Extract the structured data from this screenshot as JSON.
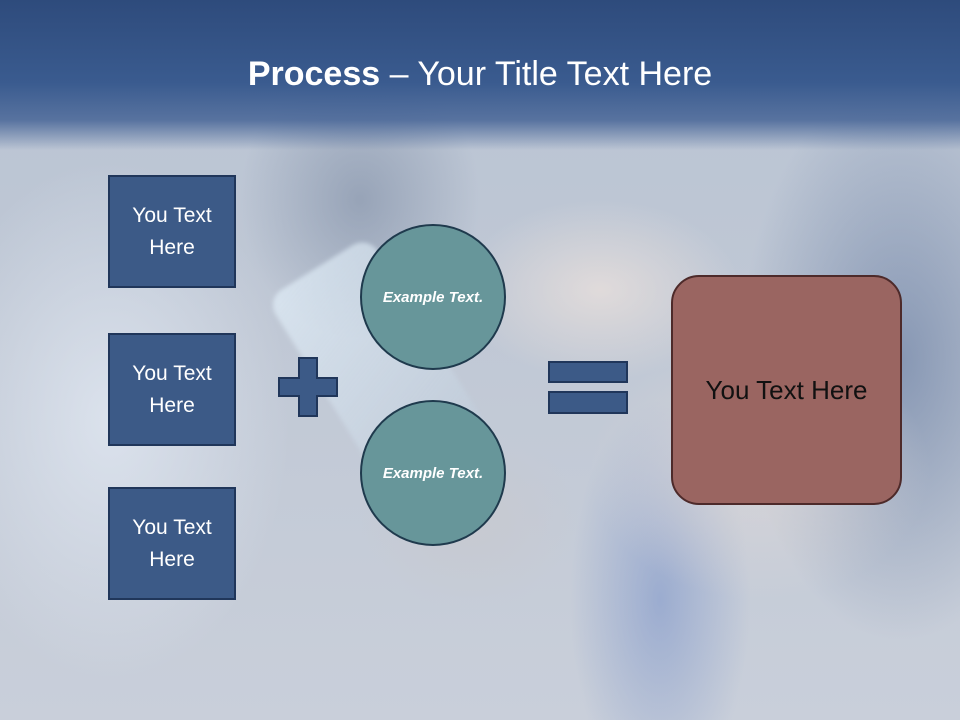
{
  "title": {
    "bold": "Process",
    "rest": " – Your Title Text Here"
  },
  "boxes": [
    {
      "text": "You Text Here"
    },
    {
      "text": "You Text Here"
    },
    {
      "text": "You Text Here"
    }
  ],
  "circles": [
    {
      "text": "Example Text."
    },
    {
      "text": "Example Text."
    }
  ],
  "result": {
    "text": "You Text Here"
  },
  "colors": {
    "header": "#2e4b7c",
    "box_fill": "#3c5a87",
    "circle_fill": "#67969a",
    "result_fill": "#9a6561",
    "operator_fill": "#3c5a87"
  },
  "icons": [
    "plus-icon",
    "equals-icon"
  ]
}
